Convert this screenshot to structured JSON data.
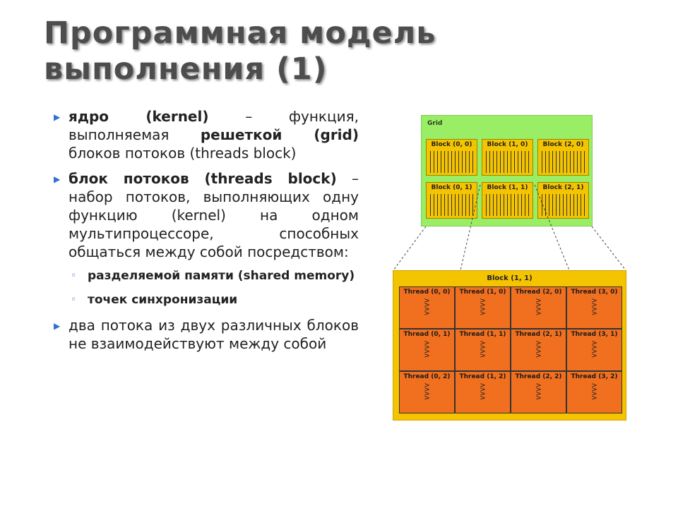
{
  "title": "Программная модель выполнения (1)",
  "bullets": {
    "b1": {
      "s1": "ядро (kernel)",
      "s2": " – функция, выполняемая ",
      "s3": "решеткой (grid)",
      "s4": " блоков потоков (threads block)"
    },
    "b2": {
      "s1": "блок потоков (threads block)",
      "s2": " – набор потоков, выполняющих одну функцию (kernel) на одном мультипроцессоре, способных общаться между собой посредством:"
    },
    "sub1": "разделяемой памяти (shared memory)",
    "sub2": "точек синхронизации",
    "b3": "два потока из двух различных блоков не взаимодействуют между собой"
  },
  "diagram": {
    "grid_label": "Grid",
    "grid_blocks": [
      "Block (0, 0)",
      "Block (1, 0)",
      "Block (2, 0)",
      "Block (0, 1)",
      "Block (1, 1)",
      "Block (2, 1)"
    ],
    "block_label": "Block (1, 1)",
    "threads": [
      "Thread (0, 0)",
      "Thread (1, 0)",
      "Thread (2, 0)",
      "Thread (3, 0)",
      "Thread (0, 1)",
      "Thread (1, 1)",
      "Thread (2, 1)",
      "Thread (3, 1)",
      "Thread (0, 2)",
      "Thread (1, 2)",
      "Thread (2, 2)",
      "Thread (3, 2)"
    ],
    "colors": {
      "grid": "#99ee66",
      "block": "#f5c400",
      "thread": "#f07020"
    }
  }
}
